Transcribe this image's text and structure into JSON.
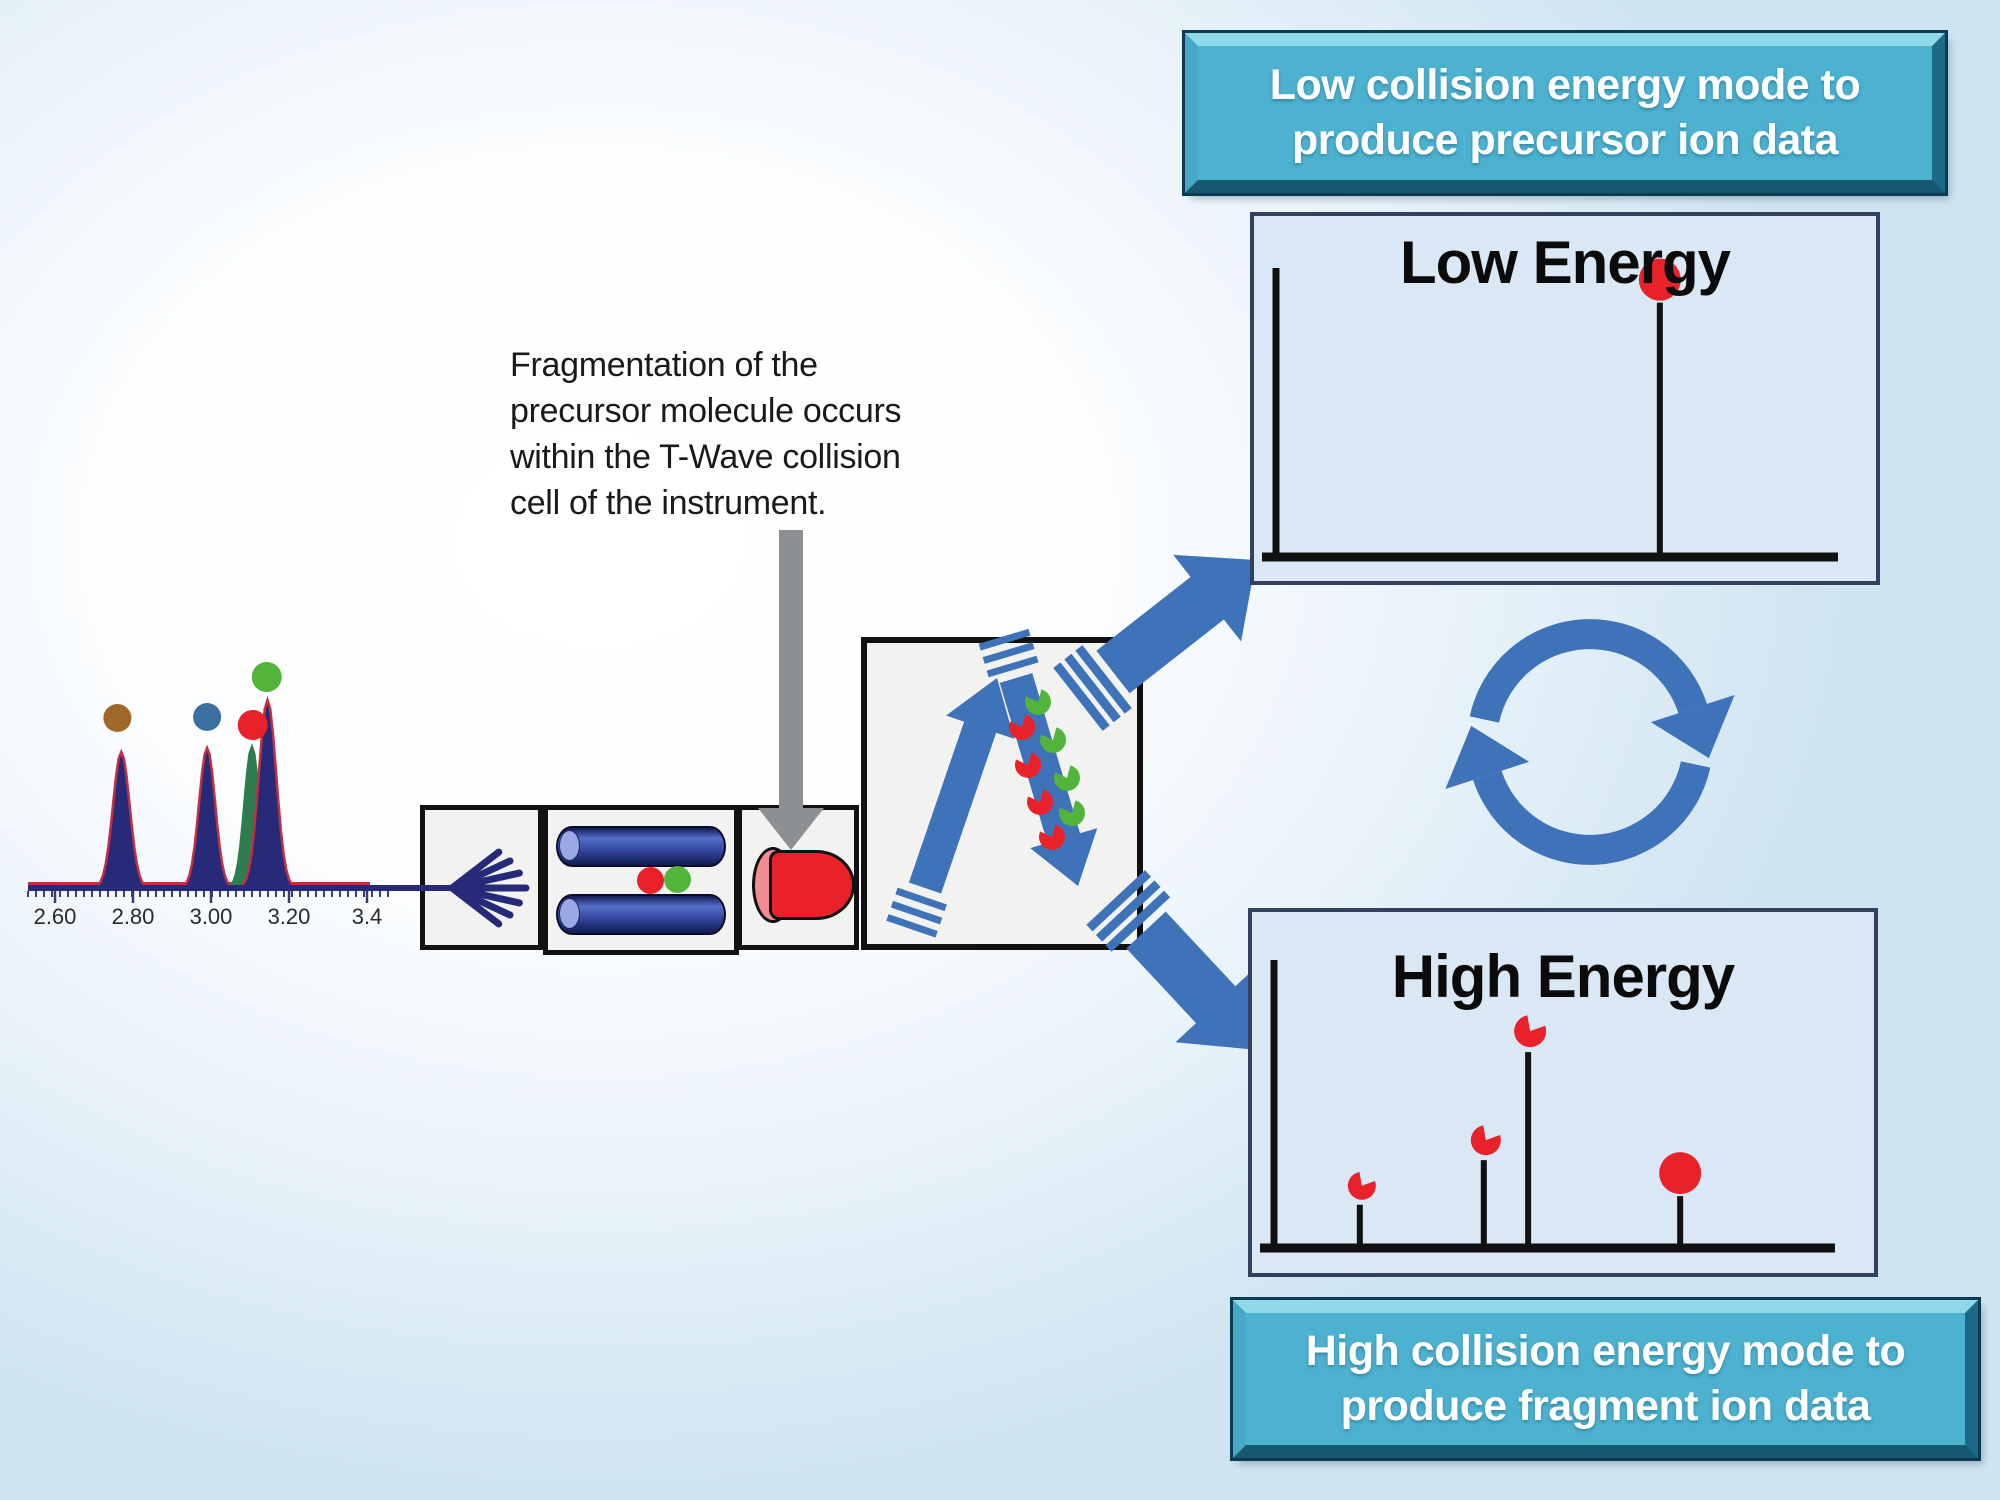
{
  "banners": {
    "low": {
      "text": "Low collision energy mode to produce precursor ion data"
    },
    "high": {
      "text": "High collision energy mode to produce fragment ion data"
    }
  },
  "note": {
    "lines": [
      "Fragmentation of the",
      "precursor molecule occurs",
      "within the T-Wave collision",
      "cell of the instrument."
    ]
  },
  "spectra": {
    "low": {
      "title": "Low Energy",
      "peaks": [
        {
          "x_frac": 0.683,
          "height_frac": 0.88,
          "marker": "circle",
          "marker_r": 21
        }
      ]
    },
    "high": {
      "title": "High Energy",
      "peaks": [
        {
          "x_frac": 0.153,
          "height_frac": 0.15,
          "marker": "pacman",
          "marker_r": 14
        },
        {
          "x_frac": 0.374,
          "height_frac": 0.305,
          "marker": "pacman",
          "marker_r": 15
        },
        {
          "x_frac": 0.453,
          "height_frac": 0.68,
          "marker": "pacman",
          "marker_r": 16
        },
        {
          "x_frac": 0.724,
          "height_frac": 0.18,
          "marker": "circle",
          "marker_r": 21
        }
      ]
    }
  },
  "chromatogram": {
    "x_ticks": [
      {
        "label": "2.60",
        "rt": 2.6
      },
      {
        "label": "2.80",
        "rt": 2.8
      },
      {
        "label": "3.00",
        "rt": 3.0
      },
      {
        "label": "3.20",
        "rt": 3.2
      },
      {
        "label": "3.4",
        "rt": 3.4
      }
    ],
    "peaks": [
      {
        "rt": 2.77,
        "height": 136,
        "half_width": 26,
        "fill": "#262a78",
        "outline": "#c03040"
      },
      {
        "rt": 2.99,
        "height": 140,
        "half_width": 25,
        "fill": "#262a78",
        "outline": "#c03040"
      },
      {
        "rt": 3.105,
        "height": 141,
        "half_width": 23,
        "fill": "#2e7d4f",
        "outline": "#2e7d4f"
      },
      {
        "rt": 3.145,
        "height": 188,
        "half_width": 27,
        "fill": "#262a78",
        "outline": "#c03040"
      }
    ],
    "dots": [
      {
        "name": "brown",
        "rt": 2.76,
        "y": 718,
        "r": 14,
        "color": "#a06828"
      },
      {
        "name": "blue",
        "rt": 2.99,
        "y": 717,
        "r": 14,
        "color": "#3a6fa0"
      },
      {
        "name": "red",
        "rt": 3.107,
        "y": 725,
        "r": 15,
        "color": "#e8212a"
      },
      {
        "name": "green",
        "rt": 3.143,
        "y": 677,
        "r": 15,
        "color": "#52b43a"
      }
    ]
  },
  "colors": {
    "arrow_blue": "#3e72b9",
    "ion_red": "#e8212a",
    "ion_green": "#52b43a",
    "banner_teal": "#4db1d0",
    "trace_navy": "#262a78",
    "trace_red": "#c03040",
    "panel_bg": "#d9e8f4",
    "panel_border": "#33415f",
    "gray_arrow": "#8d9093",
    "axis_black": "#111111"
  }
}
